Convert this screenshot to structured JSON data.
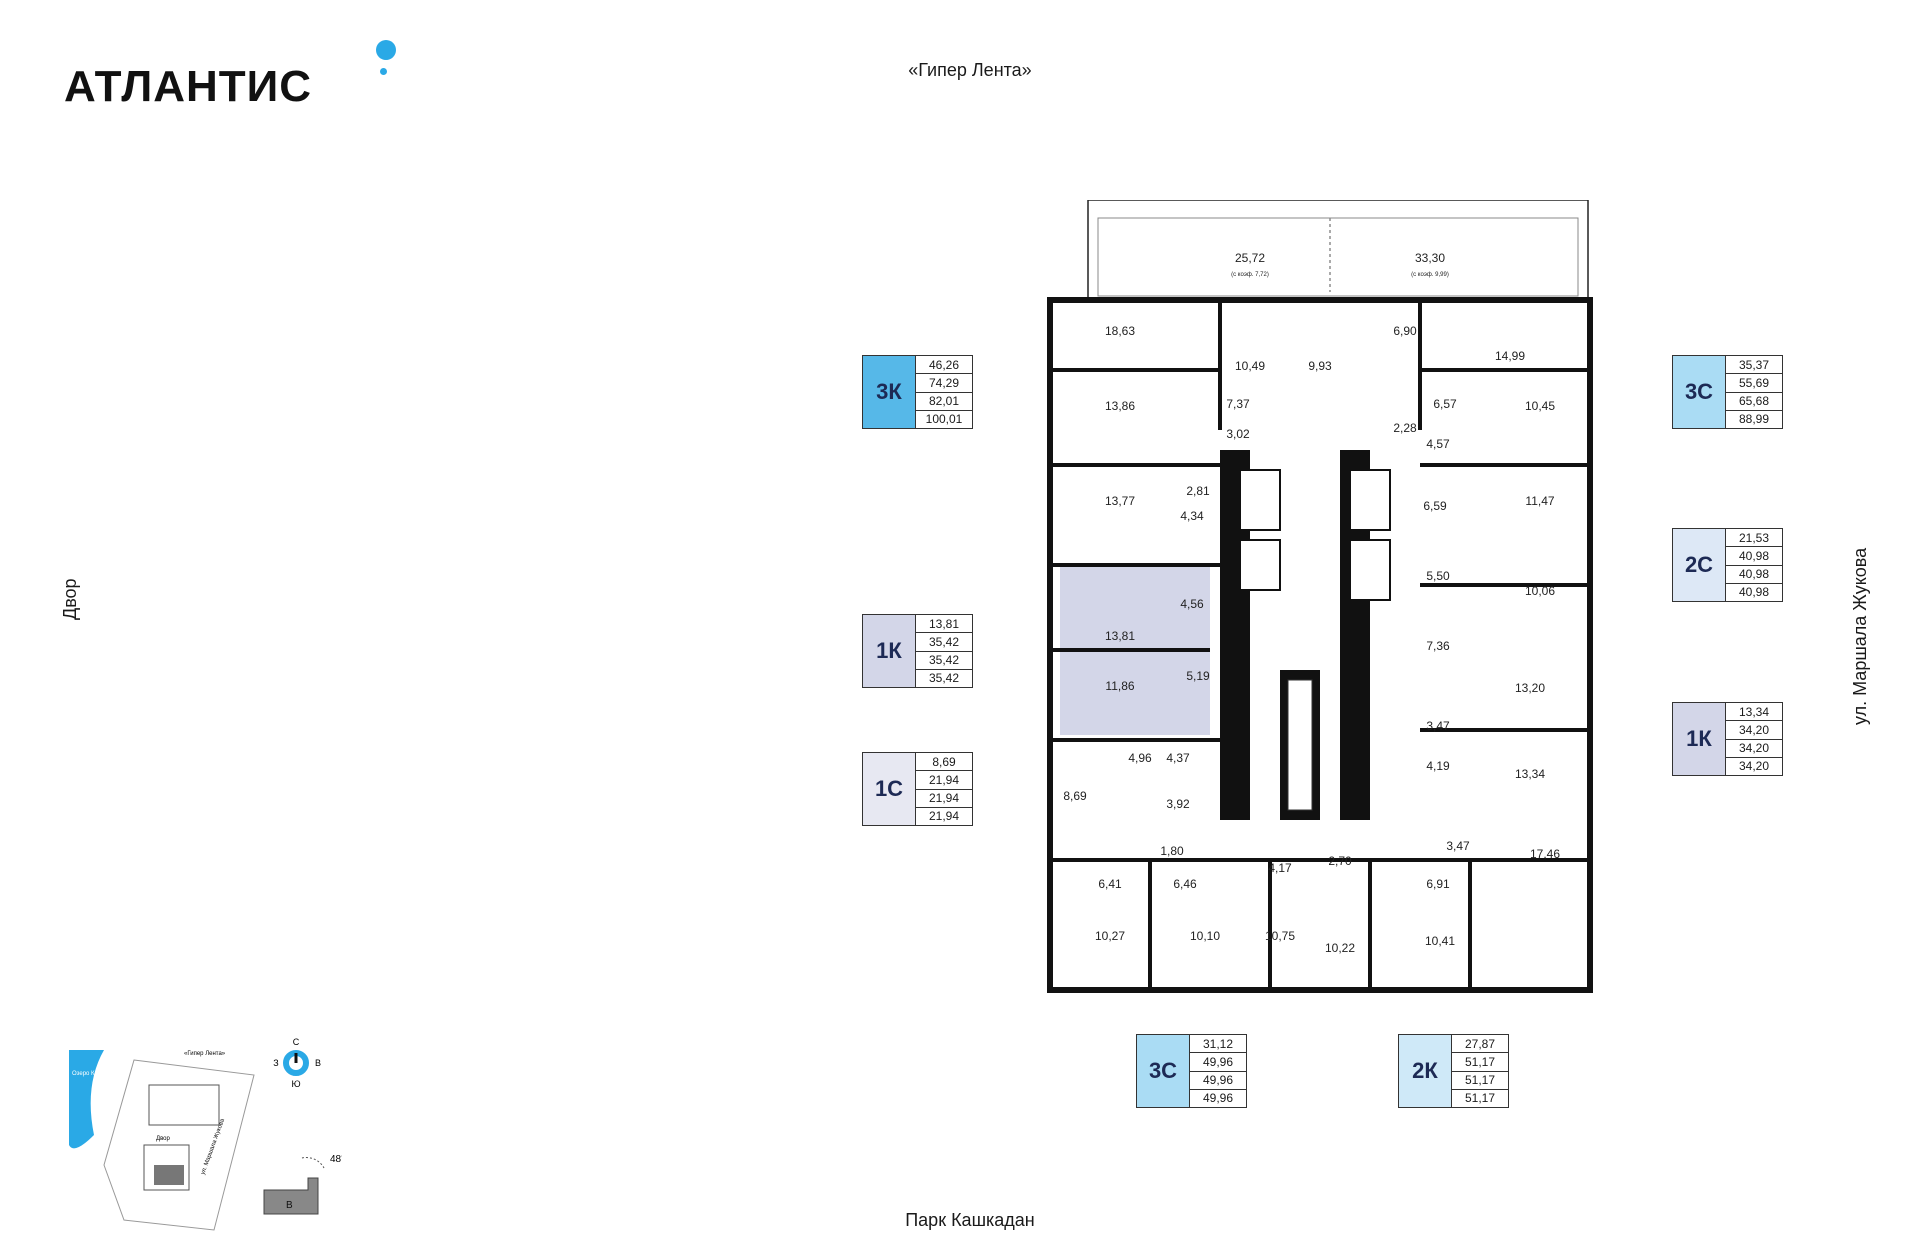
{
  "brand": {
    "name": "АТЛАНТИС",
    "accent": "#2aa9e6"
  },
  "directions": {
    "top": "«Гипер Лента»",
    "bottom": "Парк Кашкадан",
    "left": "Двор",
    "right": "ул. Маршала Жукова"
  },
  "colors": {
    "k3": "#56b8e8",
    "c3": "#aadcf4",
    "k1": "#d3d6e8",
    "c2": "#dde8f6",
    "c1": "#e7e8f2",
    "k2": "#cfe9f8"
  },
  "apartments": [
    {
      "code": "3К",
      "values": [
        "46,26",
        "74,29",
        "82,01",
        "100,01"
      ]
    },
    {
      "code": "1К",
      "values": [
        "13,81",
        "35,42",
        "35,42",
        "35,42"
      ]
    },
    {
      "code": "1С",
      "values": [
        "8,69",
        "21,94",
        "21,94",
        "21,94"
      ]
    },
    {
      "code": "3С",
      "values": [
        "35,37",
        "55,69",
        "65,68",
        "88,99"
      ]
    },
    {
      "code": "2С",
      "values": [
        "21,53",
        "40,98",
        "40,98",
        "40,98"
      ]
    },
    {
      "code": "1К",
      "values": [
        "13,34",
        "34,20",
        "34,20",
        "34,20"
      ]
    },
    {
      "code": "3С",
      "values": [
        "31,12",
        "49,96",
        "49,96",
        "49,96"
      ]
    },
    {
      "code": "2К",
      "values": [
        "27,87",
        "51,17",
        "51,17",
        "51,17"
      ]
    }
  ],
  "room_areas": [
    "25,72",
    "33,30",
    "18,63",
    "10,49",
    "9,93",
    "6,90",
    "14,99",
    "13,86",
    "7,37",
    "3,02",
    "6,57",
    "2,28",
    "4,57",
    "10,45",
    "13,77",
    "2,81",
    "4,34",
    "6,59",
    "11,47",
    "4,56",
    "13,81",
    "5,50",
    "10,06",
    "11,86",
    "5,19",
    "7,36",
    "13,20",
    "4,96",
    "4,37",
    "3,47",
    "4,19",
    "8,69",
    "3,92",
    "13,34",
    "1,80",
    "4,17",
    "2,70",
    "3,47",
    "6,41",
    "6,46",
    "6,91",
    "17,46",
    "10,27",
    "10,10",
    "10,75",
    "10,22",
    "10,41"
  ],
  "terrace_notes": [
    "(с коэф. 7,72)",
    "(с коэф. 9,99)"
  ],
  "minimap": {
    "lake": "Озеро Кашкадан",
    "road_top": "«Гипер Лента»",
    "yard": "Двор",
    "street": "ул. Маршала Жукова",
    "building": "В",
    "angle": "48°"
  },
  "compass": {
    "n": "С",
    "s": "Ю",
    "w": "З",
    "e": "В"
  }
}
